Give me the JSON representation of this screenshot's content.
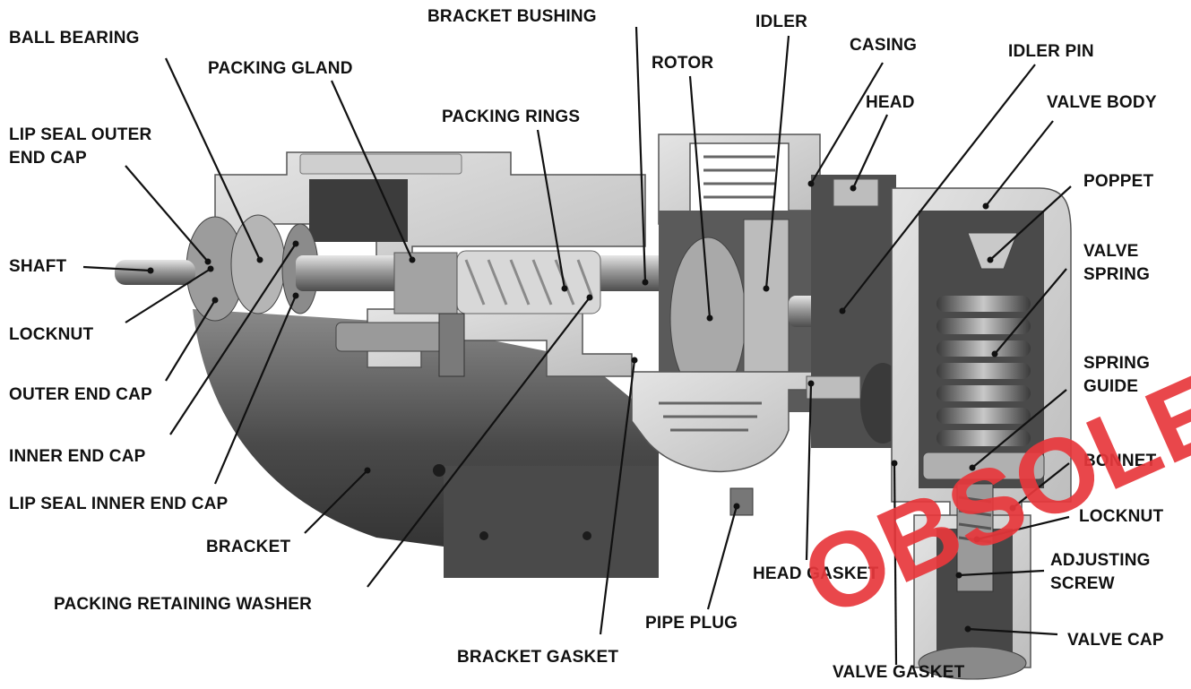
{
  "colors": {
    "label": "#111111",
    "leader": "#111111",
    "metal_dark": "#3a3a3a",
    "metal_mid": "#6e6e6e",
    "metal_light": "#b8b8b8",
    "cut_face": "#d9d9d9",
    "watermark": "#e8383c"
  },
  "labels": {
    "ball_bearing": "BALL BEARING",
    "packing_gland": "PACKING GLAND",
    "bracket_bushing": "BRACKET BUSHING",
    "idler": "IDLER",
    "casing": "CASING",
    "idler_pin": "IDLER PIN",
    "rotor": "ROTOR",
    "packing_rings": "PACKING RINGS",
    "head": "HEAD",
    "valve_body": "VALVE BODY",
    "lip_seal_outer_1": "LIP SEAL OUTER",
    "lip_seal_outer_2": "END CAP",
    "poppet": "POPPET",
    "shaft": "SHAFT",
    "valve_spring_1": "VALVE",
    "valve_spring_2": "SPRING",
    "locknut_left": "LOCKNUT",
    "spring_guide_1": "SPRING",
    "spring_guide_2": "GUIDE",
    "outer_end_cap": "OUTER END CAP",
    "bonnet": "BONNET",
    "inner_end_cap": "INNER END CAP",
    "locknut_right": "LOCKNUT",
    "lip_seal_inner": "LIP SEAL INNER END CAP",
    "adjusting_screw_1": "ADJUSTING",
    "adjusting_screw_2": "SCREW",
    "bracket": "BRACKET",
    "head_gasket": "HEAD GASKET",
    "packing_retaining_washer": "PACKING RETAINING WASHER",
    "pipe_plug": "PIPE PLUG",
    "valve_cap": "VALVE CAP",
    "bracket_gasket": "BRACKET GASKET",
    "valve_gasket": "VALVE GASKET"
  },
  "watermark": "OBSOLETE"
}
